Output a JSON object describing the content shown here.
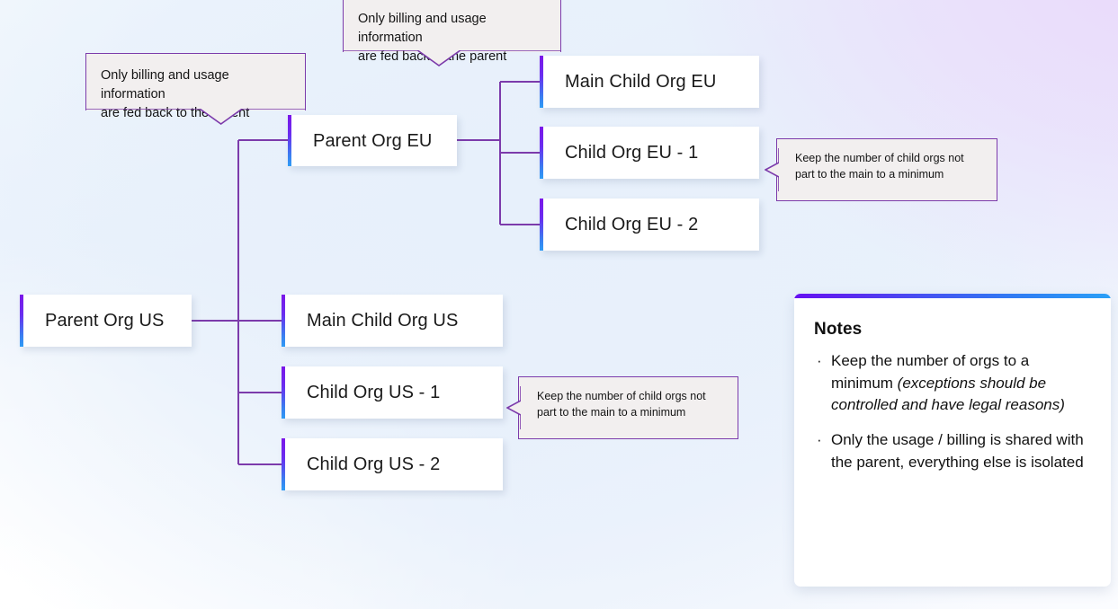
{
  "colors": {
    "accent_purple": "#6610f2",
    "accent_blue": "#2aa0f7",
    "connector_line": "#7c3bab",
    "callout_bg": "#f2efef",
    "callout_border": "#7c3bab",
    "node_bg": "#ffffff",
    "panel_bg": "#ffffff"
  },
  "nodes": [
    {
      "id": "parent-org-eu",
      "label": "Parent Org EU"
    },
    {
      "id": "main-child-org-eu",
      "label": "Main Child Org EU"
    },
    {
      "id": "child-org-eu-1",
      "label": "Child Org EU - 1"
    },
    {
      "id": "child-org-eu-2",
      "label": "Child Org EU - 2"
    },
    {
      "id": "parent-org-us",
      "label": "Parent Org US"
    },
    {
      "id": "main-child-org-us",
      "label": "Main Child Org US"
    },
    {
      "id": "child-org-us-1",
      "label": "Child Org US - 1"
    },
    {
      "id": "child-org-us-2",
      "label": "Child Org US - 2"
    }
  ],
  "callouts": [
    {
      "id": "callout-billing-top",
      "text": "Only billing and usage information\nare fed back to the parent"
    },
    {
      "id": "callout-billing-left",
      "text": "Only billing and usage information\nare fed back to the parent"
    },
    {
      "id": "callout-minimum-eu",
      "text": "Keep the number of child orgs not\npart to the main to a minimum"
    },
    {
      "id": "callout-minimum-us",
      "text": "Keep the number of child orgs not\npart to the main to a minimum"
    }
  ],
  "notes": {
    "title": "Notes",
    "bullet_glyph": "·",
    "items": [
      {
        "lead": "Keep the number of orgs to a minimum ",
        "emphasis": "(exceptions should be controlled and have legal reasons)"
      },
      {
        "lead": "Only the usage / billing is shared with the parent, everything else is isolated",
        "emphasis": ""
      }
    ]
  }
}
